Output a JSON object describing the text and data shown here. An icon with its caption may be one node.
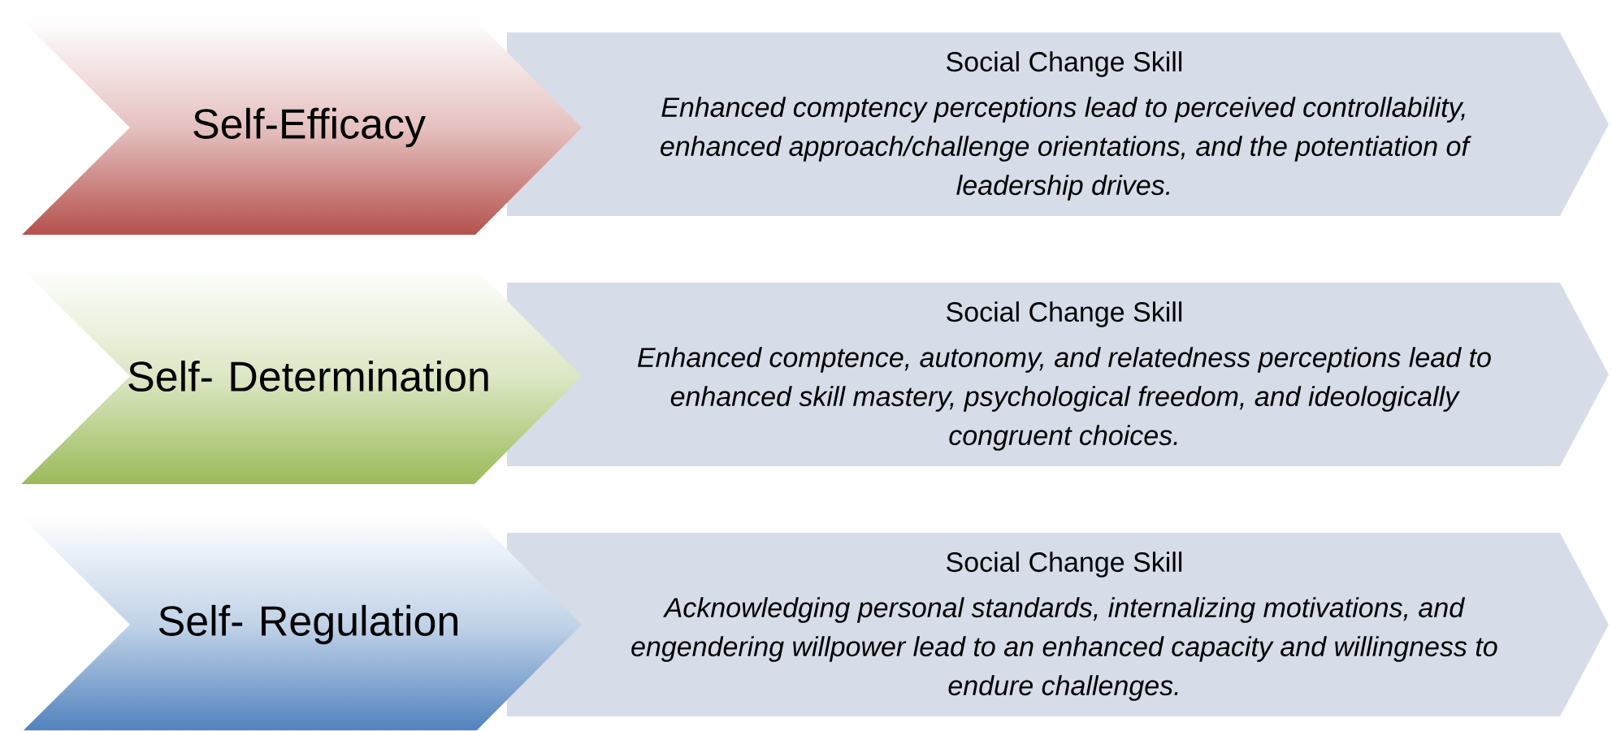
{
  "diagram": {
    "nodes": [
      {
        "text": [
          "Self-Efficacy"
        ]
      },
      {
        "text": [
          "Social Change Skill",
          "Enhanced comptency perceptions lead to perceived controllability, enhanced approach/challenge orientations, and the potentiation of leadership drives."
        ]
      },
      {
        "text": [
          "Self- Determination"
        ]
      },
      {
        "text": [
          "Social Change Skill",
          "Enhanced comptence, autonomy, and relatedness perceptions lead to enhanced skill mastery, psychological freedom, and ideologically congruent choices."
        ]
      },
      {
        "text": [
          "Self- Regulation"
        ]
      },
      {
        "text": [
          "Social Change Skill",
          "Acknowledging personal standards, internalizing motivations, and engendering willpower lead to an enhanced capacity and willingness to endure challenges."
        ]
      }
    ]
  }
}
